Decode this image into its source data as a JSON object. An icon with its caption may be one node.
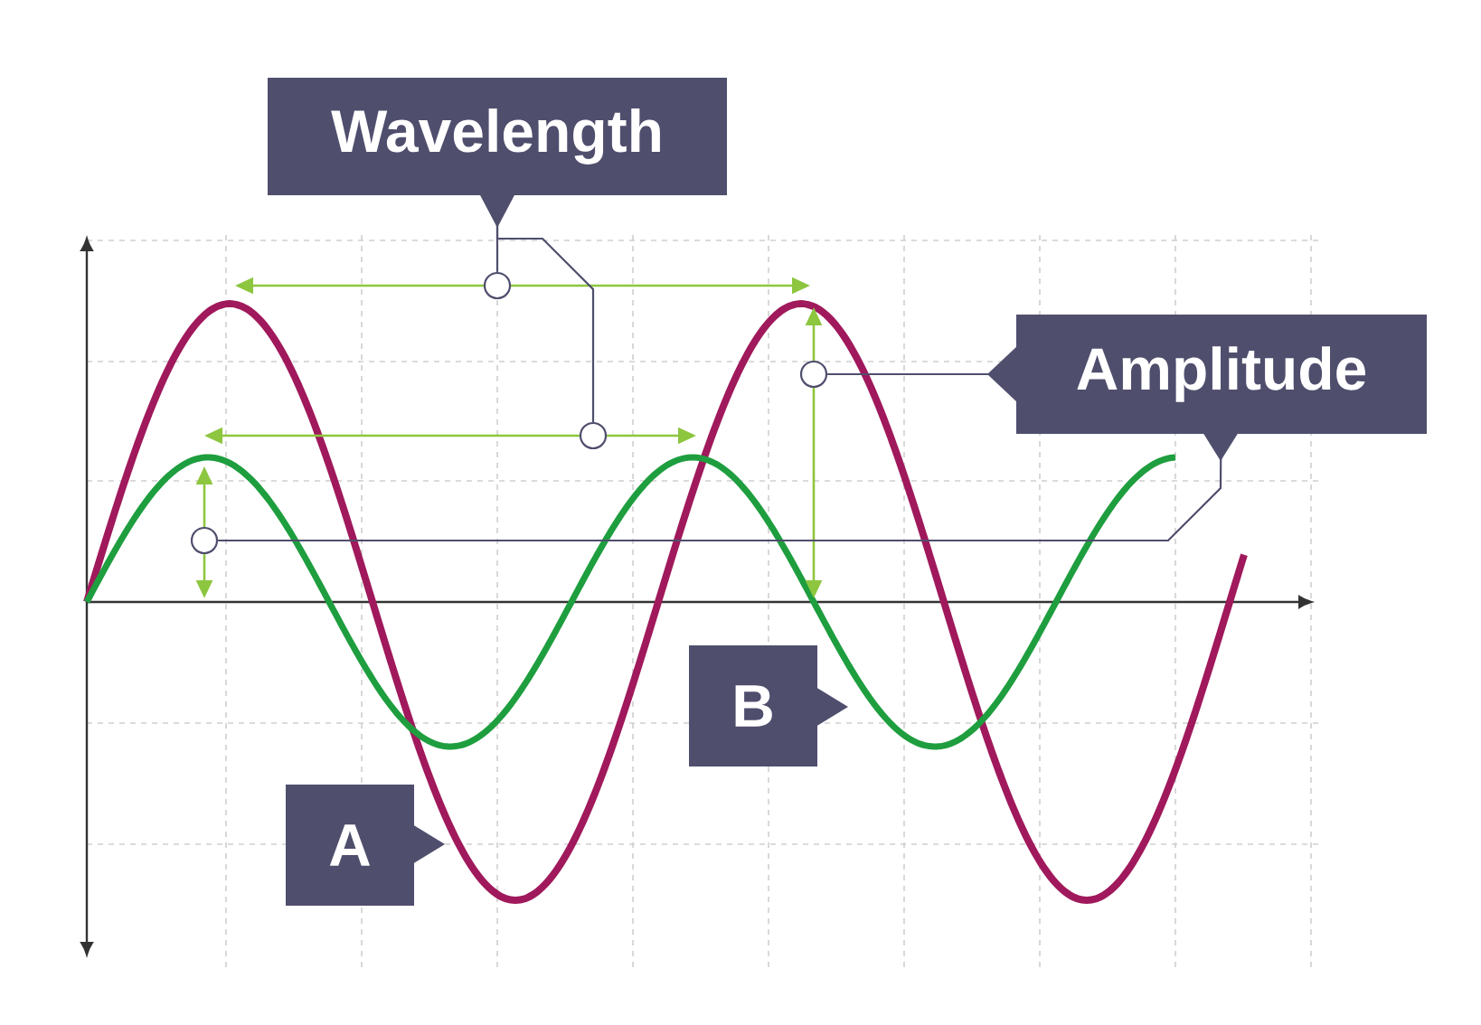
{
  "diagram": {
    "nodes": [
      {
        "text": [
          "Wavelength"
        ]
      },
      {
        "text": [
          "Amplitude"
        ]
      },
      {
        "text": [
          "A"
        ]
      },
      {
        "text": [
          "B"
        ]
      },
      {
        "text": [],
        "shape": "circle"
      },
      {
        "text": [],
        "shape": "circle"
      },
      {
        "text": [],
        "shape": "circle"
      },
      {
        "text": [],
        "shape": "circle"
      }
    ],
    "edges": [
      {
        "from": 0,
        "to": 4,
        "arrow": "none"
      },
      {
        "from": 0,
        "to": 5,
        "arrow": "none"
      },
      {
        "from": 1,
        "to": 6,
        "arrow": "none"
      },
      {
        "from": 1,
        "to": 7,
        "arrow": "none"
      }
    ]
  }
}
